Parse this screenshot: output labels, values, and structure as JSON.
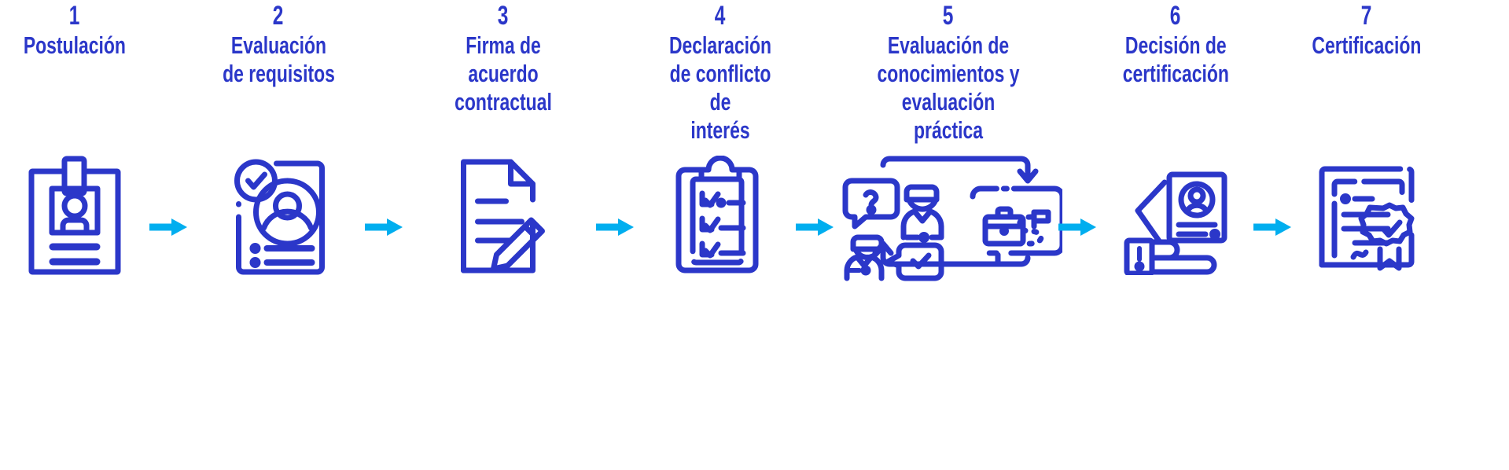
{
  "diagram": {
    "title_accent_color": "#2B37C9",
    "arrow_color": "#00AEEF",
    "background_color": "#FFFFFF",
    "orientation": "horizontal",
    "step_count": 7,
    "steps": [
      {
        "number": "1",
        "label": "Postulación",
        "icon": "id-badge-icon",
        "icon_name": "id-card-with-person"
      },
      {
        "number": "2",
        "label": "Evaluación\nde requisitos",
        "icon": "document-check-person-icon",
        "icon_name": "document-with-checkmark-and-profile"
      },
      {
        "number": "3",
        "label": "Firma de acuerdo\ncontractual",
        "icon": "document-pencil-icon",
        "icon_name": "document-with-pencil-signature"
      },
      {
        "number": "4",
        "label": "Declaración\nde conflicto de\ninterés",
        "icon": "clipboard-checklist-icon",
        "icon_name": "clipboard-with-checkboxes"
      },
      {
        "number": "5",
        "label": "Evaluación de\nconocimientos y\nevaluación práctica",
        "icon": "interview-assessment-icon",
        "icon_name": "people-with-question-and-check-bubbles-plus-briefcase-path-bubble"
      },
      {
        "number": "6",
        "label": "Decisión de\ncertificación",
        "icon": "hand-holding-credential-icon",
        "icon_name": "hand-offering-id-document"
      },
      {
        "number": "7",
        "label": "Certificación",
        "icon": "certificate-seal-icon",
        "icon_name": "certificate-with-award-rosette"
      }
    ],
    "connectors": [
      {
        "from": "1",
        "to": "2",
        "glyph": "arrow-right-icon"
      },
      {
        "from": "2",
        "to": "3",
        "glyph": "arrow-right-icon"
      },
      {
        "from": "3",
        "to": "4",
        "glyph": "arrow-right-icon"
      },
      {
        "from": "4",
        "to": "5",
        "glyph": "arrow-right-icon"
      },
      {
        "from": "5",
        "to": "6",
        "glyph": "arrow-right-icon"
      },
      {
        "from": "6",
        "to": "7",
        "glyph": "arrow-right-icon"
      }
    ]
  }
}
